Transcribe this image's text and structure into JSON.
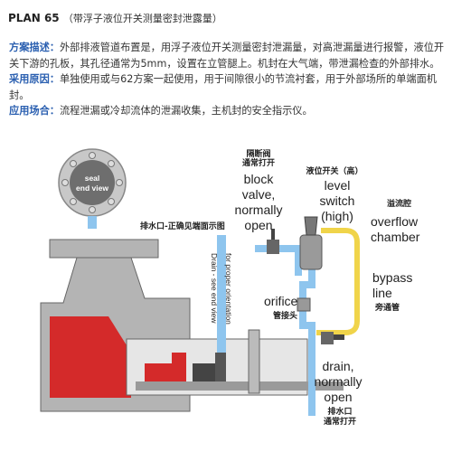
{
  "header": {
    "title": "PLAN 65",
    "subtitle": "（带浮子液位开关测量密封泄露量）"
  },
  "description": [
    {
      "label": "方案描述：",
      "text": "外部排液管道布置是，用浮子液位开关测量密封泄漏量，对高泄漏量进行报警，液位开关下游的孔板，其孔径通常为5mm，设置在立管腿上。机封在大气端，带泄漏检查的外部排水。"
    },
    {
      "label": "采用原因：",
      "text": "单独使用或与62方案一起使用，用于间隙很小的节流衬套，用于外部场所的单端面机封。"
    },
    {
      "label": "应用场合：",
      "text": "流程泄漏或冷却流体的泄漏收集，主机封的安全指示仪。"
    }
  ],
  "diagram": {
    "seal_view": [
      "seal",
      "end view"
    ],
    "drain_orientation_cn": "排水口-正确见端面示图",
    "drain_orientation_en": [
      "Drain - see end view",
      "for proper orientation"
    ],
    "block_valve_cn": [
      "隔断阀",
      "通常打开"
    ],
    "block_valve_en": [
      "block",
      "valve,",
      "normally",
      "open"
    ],
    "level_switch_cn": "液位开关（高）",
    "level_switch_en": [
      "level",
      "switch",
      "(high)"
    ],
    "overflow_cn": "溢流腔",
    "overflow_en": [
      "overflow",
      "chamber"
    ],
    "bypass_en": [
      "bypass",
      "line"
    ],
    "bypass_cn": "旁通管",
    "orifice_en": "orifice",
    "orifice_cn": "管接头",
    "drain_en": [
      "drain,",
      "normally",
      "open"
    ],
    "drain_cn": [
      "排水口",
      "通常打开"
    ]
  },
  "colors": {
    "pipe_blue": "#8ec5ee",
    "bypass_yellow": "#f0d44a",
    "casing_grey": "#b4b4b4",
    "seal_red": "#d42a2a",
    "label_blue": "#2a5fb0"
  }
}
